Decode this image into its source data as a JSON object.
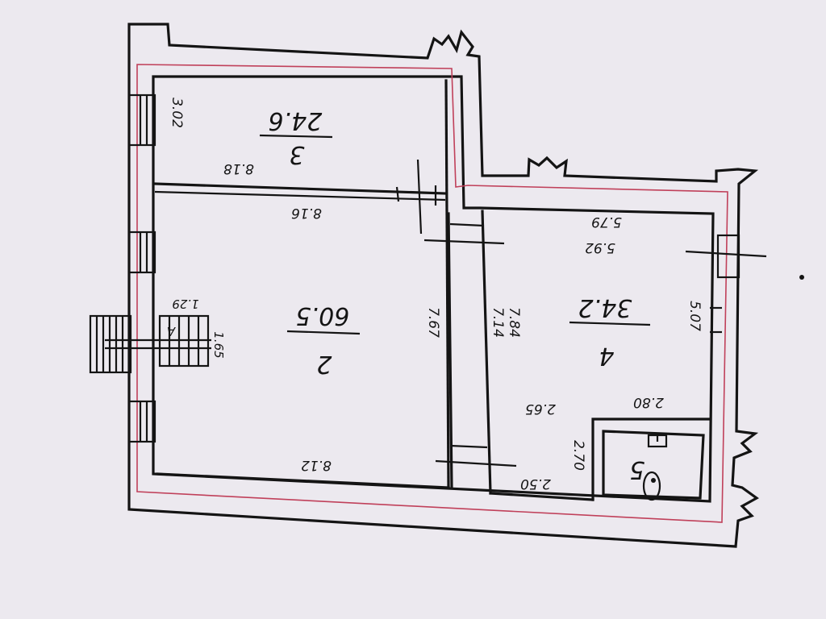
{
  "plan": {
    "rooms": [
      {
        "number": "2",
        "area": "60.5"
      },
      {
        "number": "3",
        "area": "24.6"
      },
      {
        "number": "4",
        "area": "34.2"
      },
      {
        "number": "5",
        "area": ""
      }
    ],
    "dimensions": {
      "room3_height": "3.02",
      "room3_width": "8.18",
      "room2_top_width": "8.16",
      "room2_bottom_width": "8.12",
      "room2_height": "7.67",
      "room4_top_width_a": "5.79",
      "room4_top_width_b": "5.92",
      "room4_left_height_a": "7.84",
      "room4_left_height_b": "7.14",
      "room4_right_height": "5.07",
      "room4_step_width_a": "2.80",
      "room4_step_width_b": "2.65",
      "room4_step_height": "2.70",
      "room4_bottom_width": "2.50",
      "entrance_width": "1.29",
      "entrance_depth": "1.65"
    },
    "entrance_label": "A"
  }
}
